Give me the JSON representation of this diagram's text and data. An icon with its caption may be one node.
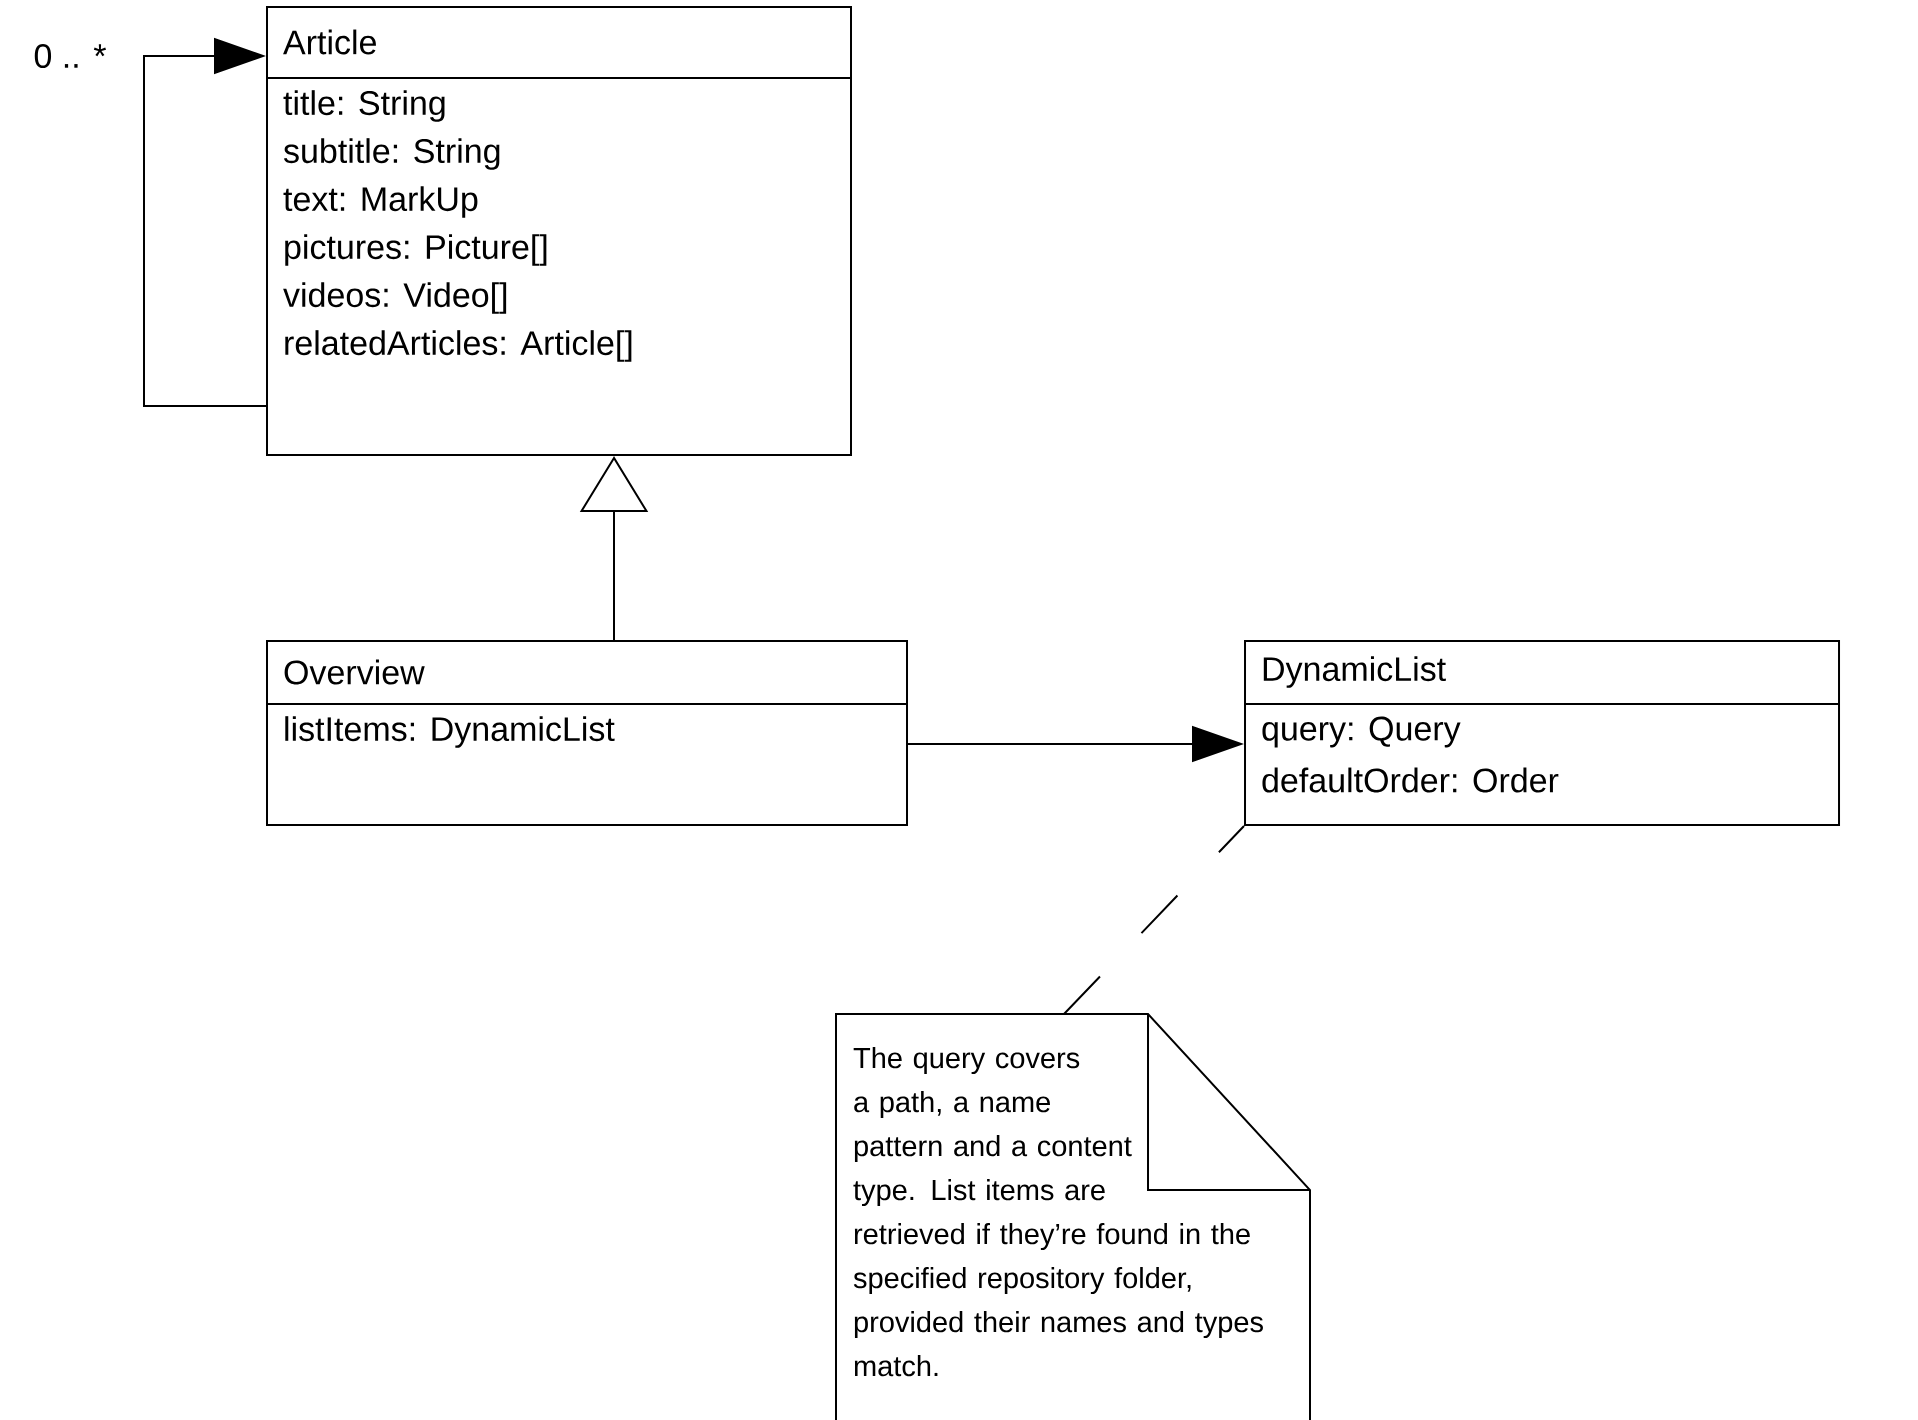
{
  "diagram": {
    "nodes": [
      {
        "text": [
          "Article",
          "title: String",
          "subtitle: String",
          "text: MarkUp",
          "pictures: Picture[]",
          "videos: Video[]",
          "relatedArticles: Article[]"
        ]
      },
      {
        "text": [
          "Overview",
          "listItems: DynamicList"
        ]
      },
      {
        "text": [
          "DynamicList",
          "query: Query",
          "defaultOrder: Order"
        ]
      },
      {
        "text": [
          "The query covers a path, a name pattern and a content type. List items are retrieved if they’re found in the specified repository folder, provided their names and types match."
        ]
      }
    ],
    "edges": [
      {
        "from": 0,
        "to": 0,
        "arrow": "to",
        "label": "0 .. *"
      },
      {
        "from": 1,
        "to": 0,
        "arrow": "to"
      },
      {
        "from": 1,
        "to": 2,
        "arrow": "to"
      },
      {
        "from": 3,
        "to": 2,
        "arrow": "none",
        "style": "dashed"
      }
    ]
  }
}
